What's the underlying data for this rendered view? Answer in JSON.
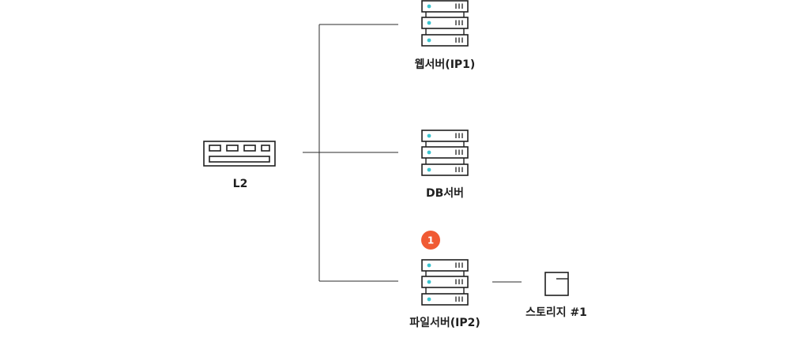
{
  "nodes": {
    "switch": {
      "label": "L2"
    },
    "web_server": {
      "label": "웹서버(IP1)"
    },
    "db_server": {
      "label": "DB서버"
    },
    "file_server": {
      "label": "파일서버(IP2)",
      "badge": "1"
    },
    "storage": {
      "label": "스토리지 #1"
    }
  },
  "colors": {
    "line": "#2b2b2b",
    "frame": "#1f1f1f",
    "led": "#3cc4cf",
    "badge": "#f05a33"
  }
}
